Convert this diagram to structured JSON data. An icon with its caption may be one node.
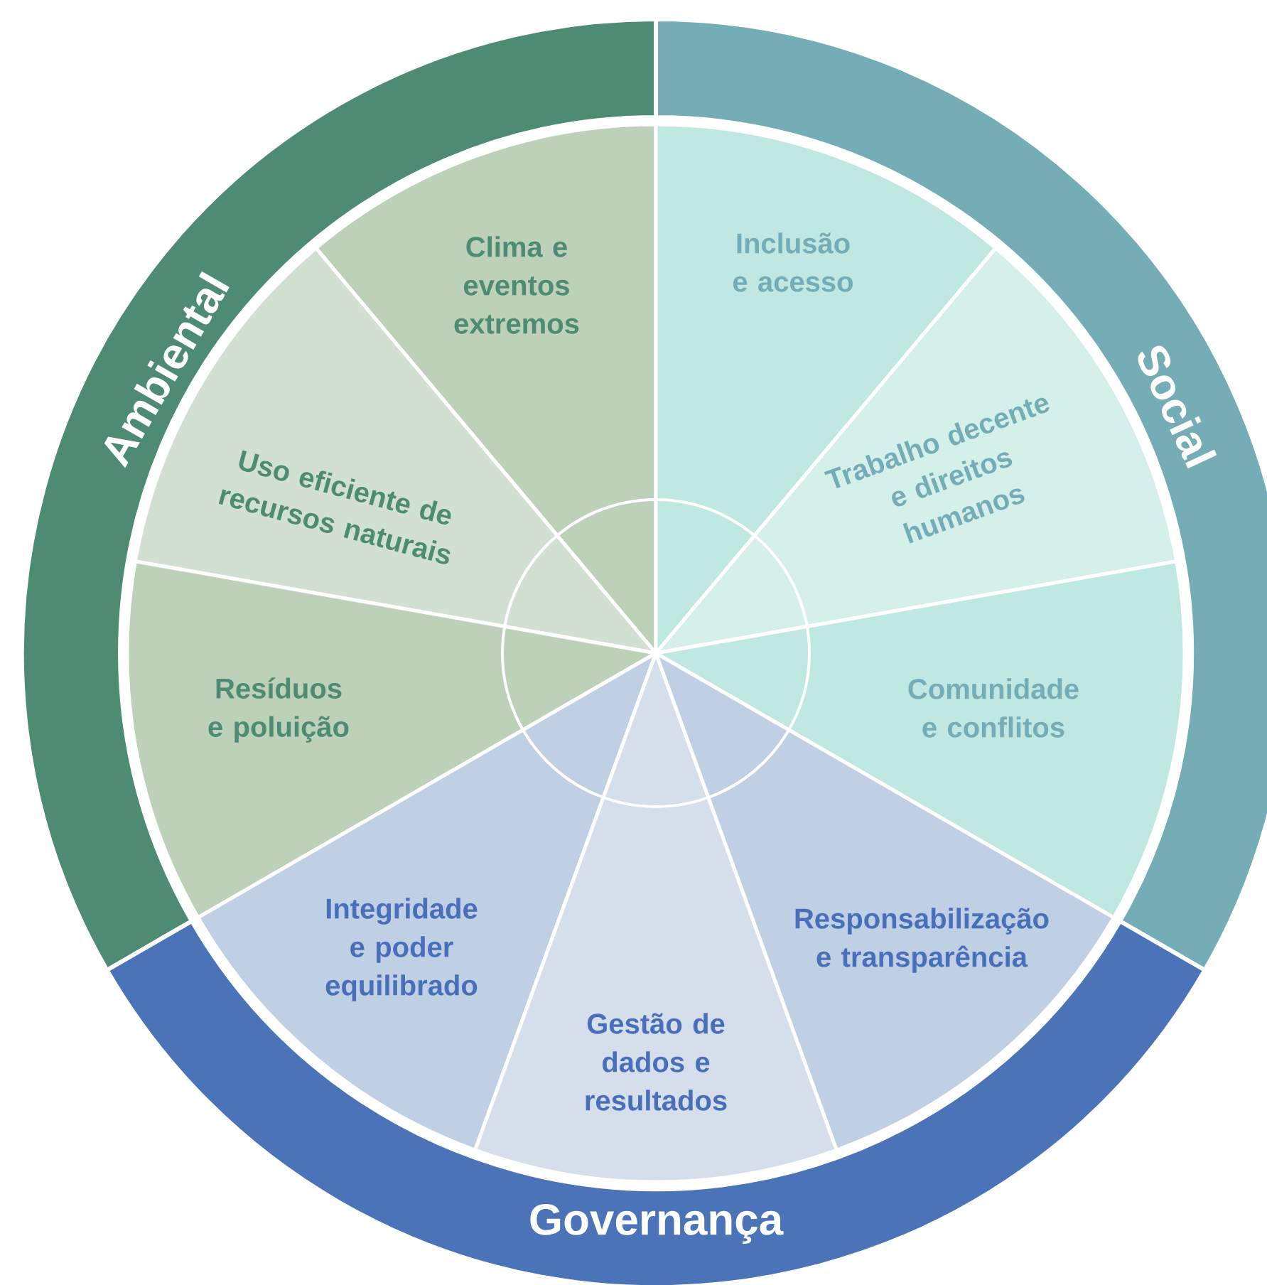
{
  "diagram": {
    "nodes": [
      {
        "text": [
          "Ambiental"
        ]
      },
      {
        "text": [
          "Clima e eventos extremos"
        ]
      },
      {
        "text": [
          "Uso eficiente de recursos naturais"
        ]
      },
      {
        "text": [
          "Resíduos e poluição"
        ]
      },
      {
        "text": [
          "Social"
        ]
      },
      {
        "text": [
          "Inclusão e acesso"
        ]
      },
      {
        "text": [
          "Trabalho decente e direitos humanos"
        ]
      },
      {
        "text": [
          "Comunidade e conflitos"
        ]
      },
      {
        "text": [
          "Governança"
        ]
      },
      {
        "text": [
          "Integridade e poder equilibrado"
        ]
      },
      {
        "text": [
          "Gestão de dados e resultados"
        ]
      },
      {
        "text": [
          "Responsabilização e transparência"
        ]
      },
      {
        "text": [],
        "shape": "circle"
      }
    ]
  }
}
